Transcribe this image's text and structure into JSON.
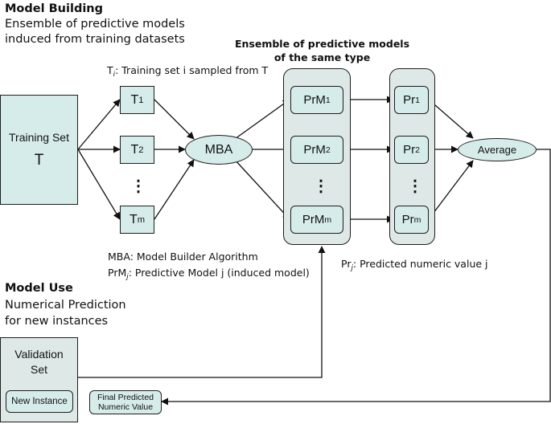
{
  "model_building": {
    "title": "Model Building",
    "line1": "Ensemble of predictive models",
    "line2": "induced from training datasets"
  },
  "ti_note": {
    "sym": "T",
    "sub": "i",
    "text": ": Training set i sampled from T"
  },
  "ensemble_title": {
    "line1": "Ensemble of predictive models",
    "line2": "of the same type"
  },
  "training_set": {
    "label": "Training Set",
    "symbol": "T"
  },
  "training_subsets": [
    {
      "base": "T",
      "sub": "1"
    },
    {
      "base": "T",
      "sub": "2"
    },
    {
      "base": "T",
      "sub": "m"
    }
  ],
  "mba": {
    "label": "MBA"
  },
  "models": [
    {
      "base": "PrM",
      "sub": "1"
    },
    {
      "base": "PrM",
      "sub": "2"
    },
    {
      "base": "PrM",
      "sub": "m"
    }
  ],
  "predictions": [
    {
      "base": "Pr",
      "sub": "1"
    },
    {
      "base": "Pr",
      "sub": "2"
    },
    {
      "base": "Pr",
      "sub": "m"
    }
  ],
  "average": {
    "label": "Average"
  },
  "ellipsis": "⋮",
  "mba_note": "MBA: Model Builder Algorithm",
  "prmj_note": {
    "sym": "PrM",
    "sub": "j",
    "text": ": Predictive Model j (induced model)"
  },
  "prj_note": {
    "sym": "Pr",
    "sub": "j",
    "text": ": Predicted numeric value j"
  },
  "model_use": {
    "title": "Model Use",
    "line1": "Numerical Prediction",
    "line2": "for new instances"
  },
  "validation_set": {
    "line1": "Validation",
    "line2": "Set",
    "new_instance": "New Instance"
  },
  "final_output": {
    "line1": "Final Predicted",
    "line2": "Numeric Value"
  }
}
